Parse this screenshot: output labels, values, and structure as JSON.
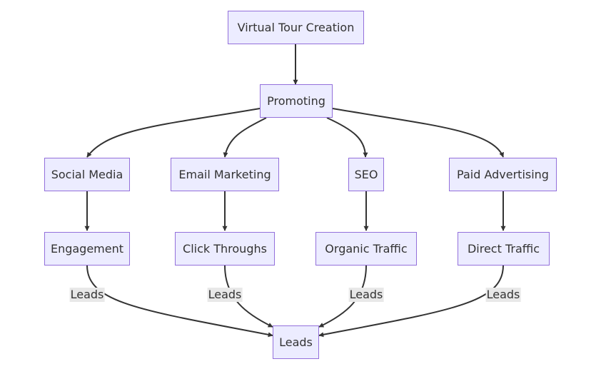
{
  "diagram": {
    "type": "flowchart",
    "direction": "top-down",
    "colors": {
      "node_fill": "#ececff",
      "node_border": "#9370db",
      "edge": "#333333",
      "text": "#333333",
      "edge_label_bg": "#e8e8e8"
    },
    "nodes": {
      "tour": {
        "label": "Virtual Tour Creation"
      },
      "promoting": {
        "label": "Promoting"
      },
      "social": {
        "label": "Social Media"
      },
      "email": {
        "label": "Email Marketing"
      },
      "seo": {
        "label": "SEO"
      },
      "paid": {
        "label": "Paid Advertising"
      },
      "engagement": {
        "label": "Engagement"
      },
      "click": {
        "label": "Click Throughs"
      },
      "organic": {
        "label": "Organic Traffic"
      },
      "direct": {
        "label": "Direct Traffic"
      },
      "leads": {
        "label": "Leads"
      }
    },
    "edges": [
      {
        "from": "tour",
        "to": "promoting"
      },
      {
        "from": "promoting",
        "to": "social"
      },
      {
        "from": "promoting",
        "to": "email"
      },
      {
        "from": "promoting",
        "to": "seo"
      },
      {
        "from": "promoting",
        "to": "paid"
      },
      {
        "from": "social",
        "to": "engagement"
      },
      {
        "from": "email",
        "to": "click"
      },
      {
        "from": "seo",
        "to": "organic"
      },
      {
        "from": "paid",
        "to": "direct"
      },
      {
        "from": "engagement",
        "to": "leads",
        "label": "Leads"
      },
      {
        "from": "click",
        "to": "leads",
        "label": "Leads"
      },
      {
        "from": "organic",
        "to": "leads",
        "label": "Leads"
      },
      {
        "from": "direct",
        "to": "leads",
        "label": "Leads"
      }
    ]
  }
}
